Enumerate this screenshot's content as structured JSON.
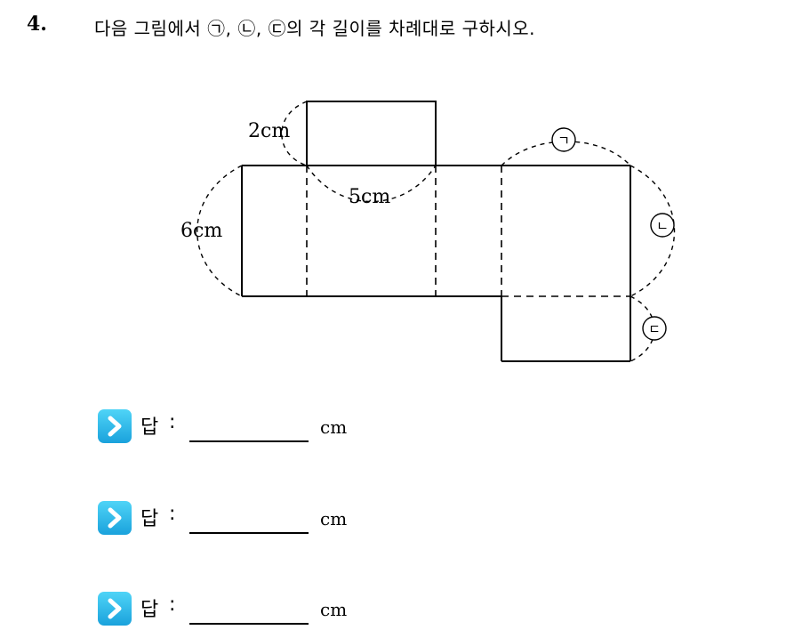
{
  "question": {
    "number": "4.",
    "text": "다음 그림에서 ㉠, ㉡, ㉢의 각 길이를 차례대로 구하시오."
  },
  "figure": {
    "label_2cm": "2cm",
    "label_5cm": "5cm",
    "label_6cm": "6cm",
    "marker_1": "ㄱ",
    "marker_2": "ㄴ",
    "marker_3": "ㄷ"
  },
  "answers": [
    {
      "label": "답",
      "colon": ":",
      "unit": "cm"
    },
    {
      "label": "답",
      "colon": ":",
      "unit": "cm"
    },
    {
      "label": "답",
      "colon": ":",
      "unit": "cm"
    }
  ]
}
